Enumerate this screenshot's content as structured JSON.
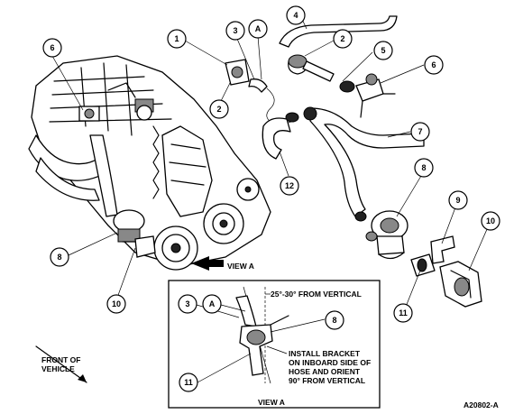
{
  "callouts": {
    "n1": "1",
    "n2": "2",
    "n3": "3",
    "n4": "4",
    "n5": "5",
    "n6": "6",
    "n7": "7",
    "n8": "8",
    "n9": "9",
    "n10": "10",
    "n11": "11",
    "n12": "12",
    "a": "A"
  },
  "labels": {
    "view_a_arrow": "VIEW A",
    "view_a_title": "VIEW A",
    "angle_note": "25°-30° FROM VERTICAL",
    "install_line1": "INSTALL BRACKET",
    "install_line2": "ON INBOARD SIDE OF",
    "install_line3": "HOSE AND ORIENT",
    "install_line4": "90° FROM VERTICAL",
    "front_line1": "FRONT OF",
    "front_line2": "VEHICLE",
    "figure_id": "A20802-A"
  }
}
